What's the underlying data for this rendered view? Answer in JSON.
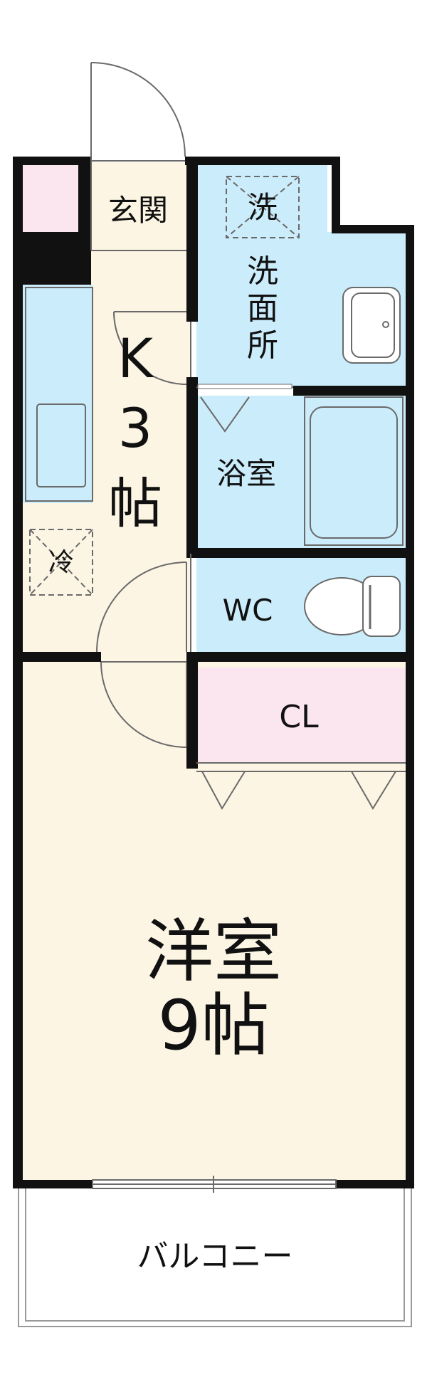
{
  "colors": {
    "wall": "#111111",
    "living_floor": "#fcf5e4",
    "wet_area": "#cbecfb",
    "storage": "#fbe6ef",
    "fixture_line": "#6a6a6a",
    "balcony_line": "#9a9a9a"
  },
  "rooms": {
    "entrance": "玄関",
    "kitchen_k": "K",
    "kitchen_size": "3",
    "kitchen_unit": "帖",
    "fridge": "冷",
    "washroom": [
      "洗",
      "面",
      "所"
    ],
    "washer": "洗",
    "bathroom": "浴室",
    "toilet": "WC",
    "closet": "CL",
    "western_room": "洋室",
    "western_size": "9帖",
    "balcony": "バルコニー"
  }
}
